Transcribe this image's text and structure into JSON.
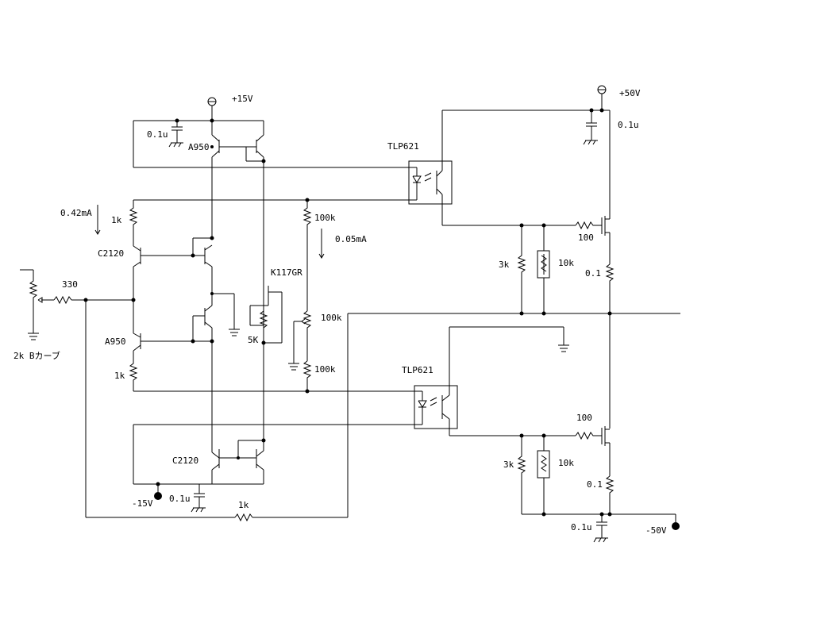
{
  "labels": {
    "vplus15": "+15V",
    "vplus50": "+50V",
    "vminus15": "-15V",
    "vminus50": "-50V",
    "cap_top_left": "0.1u",
    "cap_top_right": "0.1u",
    "cap_bot_left": "0.1u",
    "cap_bot_right": "0.1u",
    "a950_top": "A950",
    "a950_mid": "A950",
    "c2120_mid": "C2120",
    "c2120_bot": "C2120",
    "tlp_top": "TLP621",
    "tlp_bot": "TLP621",
    "current_042": "0.42mA",
    "current_005": "0.05mA",
    "r_1k_top": "1k",
    "r_1k_bot": "1k",
    "r_1k_fb": "1k",
    "r_330": "330",
    "r_100k_top": "100k",
    "r_100k_mid": "100k",
    "r_100k_bot": "100k",
    "r_5k": "5K",
    "fet": "K117GR",
    "r_3k_top": "3k",
    "r_3k_bot": "3k",
    "r_10k_top": "10k",
    "r_10k_bot": "10k",
    "r_100_top": "100",
    "r_100_bot": "100",
    "r_01_top": "0.1",
    "r_01_bot": "0.1",
    "pot_input": "2k Bカーブ"
  }
}
